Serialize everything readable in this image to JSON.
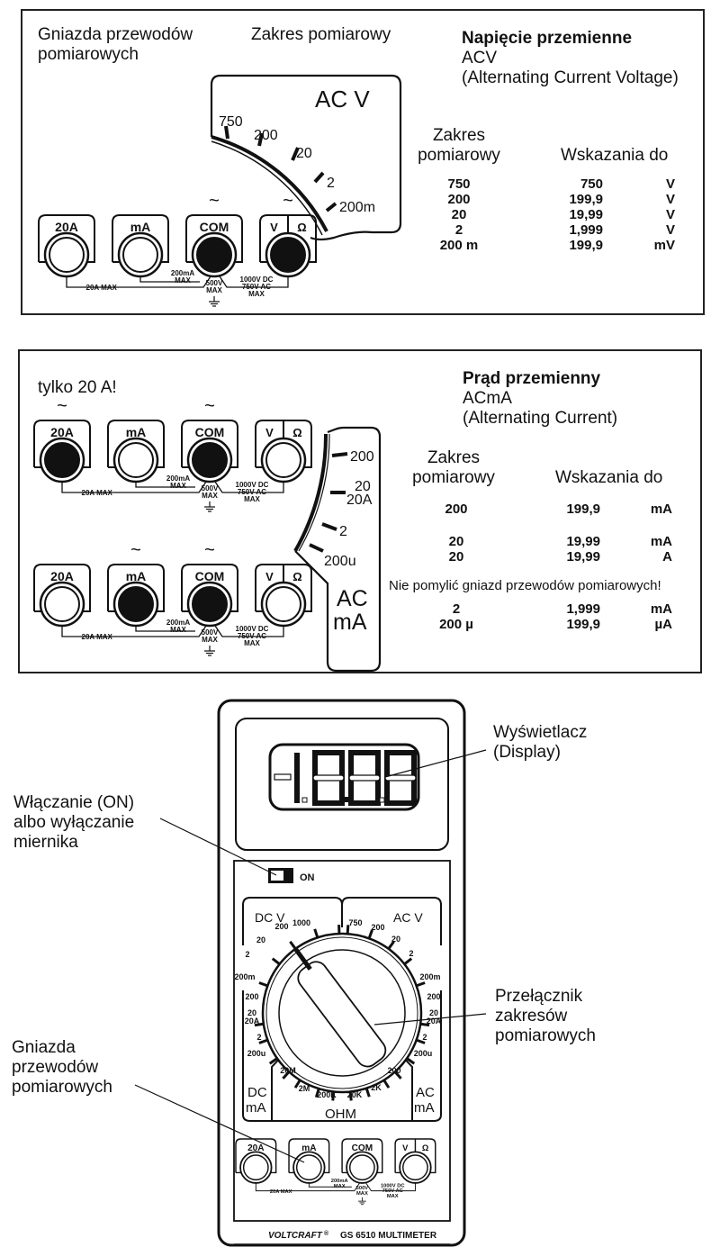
{
  "panel_acv": {
    "label_sockets": [
      "Gniazda przewodów",
      "pomiarowych"
    ],
    "label_range": "Zakres pomiarowy",
    "title": "Napięcie przemienne",
    "subtitle": "ACV",
    "subtitle2": "(Alternating Current Voltage)",
    "dial_label": "AC V",
    "dial_ticks": [
      "750",
      "200",
      "20",
      "2",
      "200m"
    ],
    "table_header_range": [
      "Zakres",
      "pomiarowy"
    ],
    "table_header_reading": "Wskazania do",
    "rows": [
      {
        "range": "750",
        "reading": "750",
        "unit": "V"
      },
      {
        "range": "200",
        "reading": "199,9",
        "unit": "V"
      },
      {
        "range": "20",
        "reading": "19,99",
        "unit": "V"
      },
      {
        "range": "2",
        "reading": "1,999",
        "unit": "V"
      },
      {
        "range": "200 m",
        "reading": "199,9",
        "unit": "mV"
      }
    ],
    "sockets": [
      {
        "label": "20A",
        "active": false,
        "ac": false
      },
      {
        "label": "mA",
        "active": false,
        "ac": false
      },
      {
        "label": "COM",
        "active": true,
        "ac": true
      },
      {
        "label": "V|Ω",
        "active": true,
        "ac": true
      }
    ]
  },
  "panel_acma": {
    "note_20a": "tylko 20 A!",
    "title": "Prąd przemienny",
    "subtitle": "ACmA",
    "subtitle2": "(Alternating Current)",
    "dial_label": [
      "AC",
      "mA"
    ],
    "dial_ticks": [
      "200",
      "20",
      "20A",
      "2",
      "200u"
    ],
    "table_header_range": [
      "Zakres",
      "pomiarowy"
    ],
    "table_header_reading": "Wskazania do",
    "rows_a": [
      {
        "range": "200",
        "reading": "199,9",
        "unit": "mA"
      },
      {
        "range": "20",
        "reading": "19,99",
        "unit": "mA"
      },
      {
        "range": "20",
        "reading": "19,99",
        "unit": "A"
      }
    ],
    "warning": "Nie pomylić gniazd przewodów pomiarowych!",
    "rows_b": [
      {
        "range": "2",
        "reading": "1,999",
        "unit": "mA"
      },
      {
        "range": "200 µ",
        "reading": "199,9",
        "unit": "µA"
      }
    ],
    "sockets_top": [
      {
        "label": "20A",
        "active": true,
        "ac": true
      },
      {
        "label": "mA",
        "active": false,
        "ac": false
      },
      {
        "label": "COM",
        "active": true,
        "ac": true
      },
      {
        "label": "V|Ω",
        "active": false,
        "ac": false
      }
    ],
    "sockets_bottom": [
      {
        "label": "20A",
        "active": false,
        "ac": false
      },
      {
        "label": "mA",
        "active": true,
        "ac": true
      },
      {
        "label": "COM",
        "active": true,
        "ac": true
      },
      {
        "label": "V|Ω",
        "active": false,
        "ac": false
      }
    ]
  },
  "socket_strip_labels": {
    "max_20a": "20A MAX",
    "max_200ma": [
      "200mA",
      "MAX"
    ],
    "max_500v": [
      "500V",
      "MAX"
    ],
    "max_1000v": [
      "1000V DC",
      "750V AC",
      "MAX"
    ]
  },
  "meter": {
    "display_value": "-1 8.8.8",
    "switch_label": "ON",
    "sections": {
      "dcv": "DC V",
      "acv": "AC V",
      "dcma": [
        "DC",
        "mA"
      ],
      "acma": [
        "AC",
        "mA"
      ],
      "ohm": "OHM"
    },
    "dcv_ticks": [
      "200m",
      "2",
      "20",
      "200",
      "1000"
    ],
    "acv_ticks": [
      "750",
      "200",
      "20",
      "2",
      "200m"
    ],
    "dcma_ticks": [
      "200",
      "20\n20A",
      "2",
      "200u"
    ],
    "acma_ticks": [
      "200",
      "20\n20A",
      "2",
      "200u"
    ],
    "ohm_ticks": [
      "20M",
      "2M",
      "200K",
      "20K",
      "2K",
      "200"
    ],
    "brand": "VOLTCRAFT",
    "model": "GS 6510 MULTIMETER",
    "callouts": {
      "display": [
        "Wyświetlacz",
        "(Display)"
      ],
      "power": [
        "Włączanie (ON)",
        "albo wyłączanie",
        "miernika"
      ],
      "selector": [
        "Przełącznik",
        "zakresów",
        "pomiarowych"
      ],
      "sockets": [
        "Gniazda",
        "przewodów",
        "pomiarowych"
      ]
    }
  },
  "colors": {
    "ink": "#111111",
    "paper": "#ffffff"
  }
}
